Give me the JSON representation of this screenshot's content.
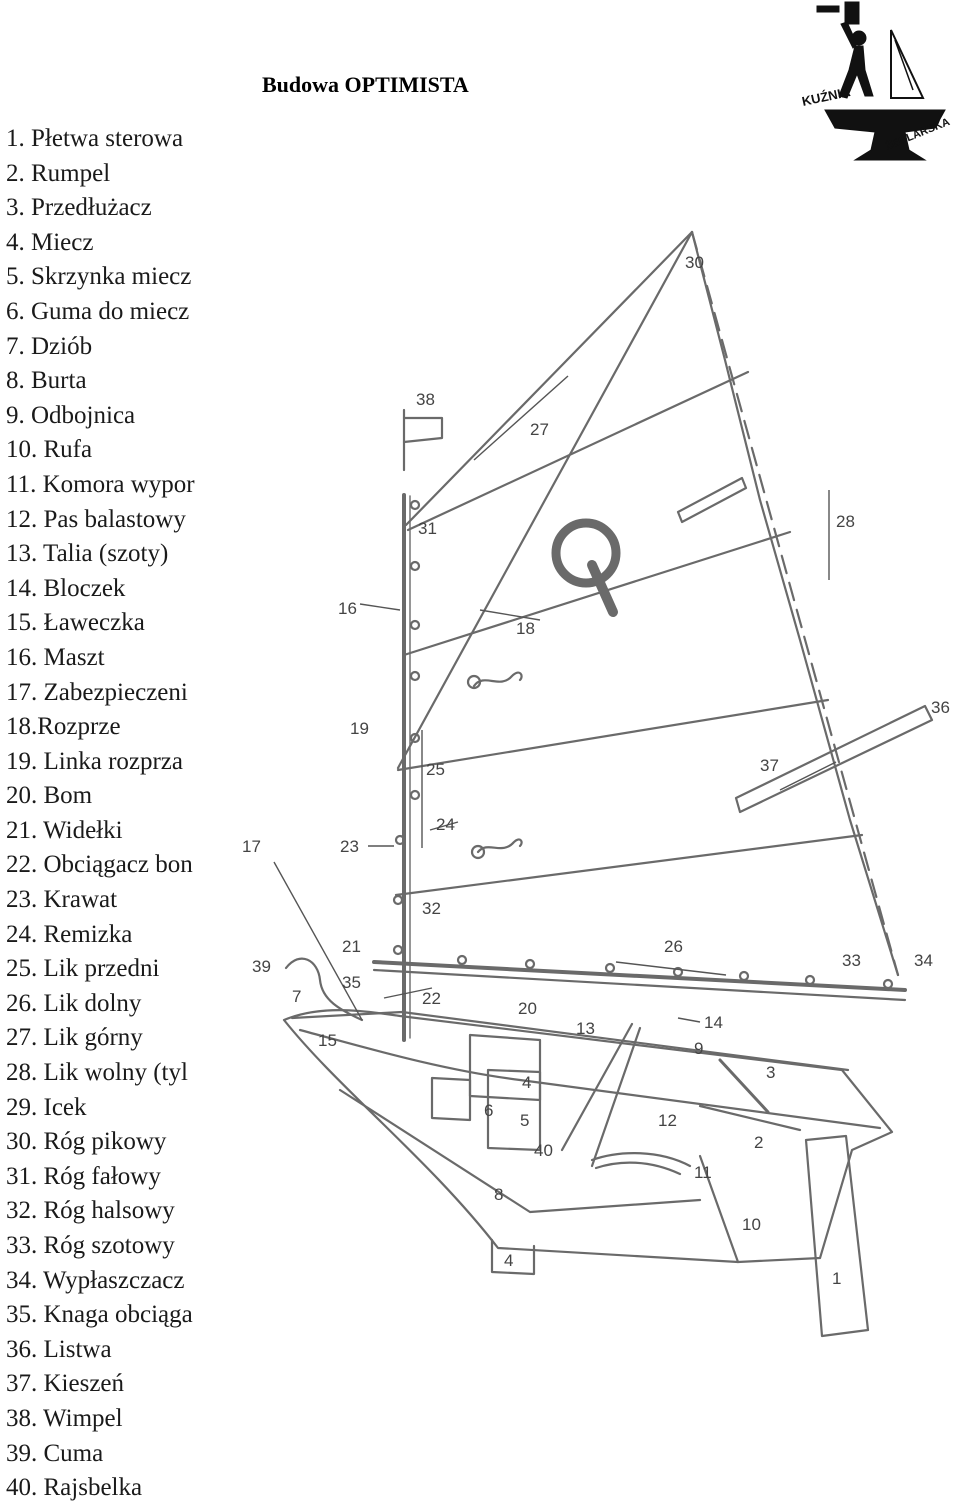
{
  "title": "Budowa OPTIMISTA",
  "logo": {
    "line1": "KUŹNIA",
    "line2": "ŻEGLARSKA"
  },
  "legend": [
    "1. Płetwa sterowa",
    "2. Rumpel",
    "3. Przedłużacz",
    "4. Miecz",
    "5. Skrzynka miecz",
    "6. Guma do miecz",
    "7. Dziób",
    "8. Burta",
    "9. Odbojnica",
    "10. Rufa",
    "11. Komora wypor",
    "12. Pas balastowy",
    "13. Talia (szoty)",
    "14. Bloczek",
    "15. Ławeczka",
    "16. Maszt",
    "17. Zabezpieczeni",
    "18.Rozprze",
    "19. Linka rozprza",
    "20. Bom",
    "21. Widełki",
    "22. Obciągacz bon",
    "23. Krawat",
    "24. Remizka",
    "25. Lik przedni",
    "26. Lik dolny",
    "27. Lik górny",
    "28. Lik wolny (tyl",
    "29. Icek",
    "30. Róg pikowy",
    "31. Róg fałowy",
    "32. Róg halsowy",
    "33. Róg szotowy",
    "34. Wypłaszczacz",
    "35. Knaga obciąga",
    "36. Listwa",
    "37. Kieszeń",
    "38. Wimpel",
    "39. Cuma",
    "40. Rajsbelka"
  ],
  "callouts": [
    "30",
    "38",
    "27",
    "31",
    "28",
    "16",
    "18",
    "36",
    "19",
    "25",
    "37",
    "24",
    "23",
    "17",
    "32",
    "21",
    "26",
    "33",
    "34",
    "39",
    "35",
    "7",
    "22",
    "20",
    "14",
    "15",
    "13",
    "9",
    "3",
    "4",
    "6",
    "5",
    "12",
    "40",
    "2",
    "11",
    "8",
    "10",
    "4",
    "1"
  ]
}
